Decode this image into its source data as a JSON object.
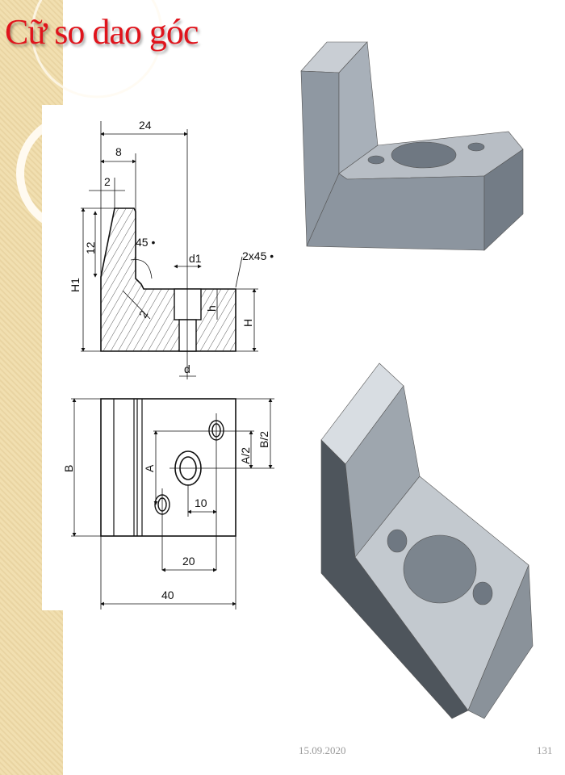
{
  "slide": {
    "title": "Cữ so dao góc",
    "footer_date": "15.09.2020",
    "page_number": "131"
  },
  "drawing": {
    "front_view": {
      "dim_24": "24",
      "dim_8": "8",
      "dim_2": "2",
      "dim_12": "12",
      "dim_H1": "H1",
      "dim_H": "H",
      "dim_h": "h",
      "dim_d1": "d1",
      "dim_d": "d",
      "angle": "45 •",
      "chamfer": "2x45 •",
      "dim_2b": "2"
    },
    "top_view": {
      "dim_B": "B",
      "dim_A": "A",
      "dim_A2": "A/2",
      "dim_B2": "B/2",
      "dim_10": "10",
      "dim_20": "20",
      "dim_40": "40"
    }
  },
  "colors": {
    "title": "#e0141c",
    "stripe": "#f1dfb0",
    "part_grey": "#9aa3ad"
  }
}
